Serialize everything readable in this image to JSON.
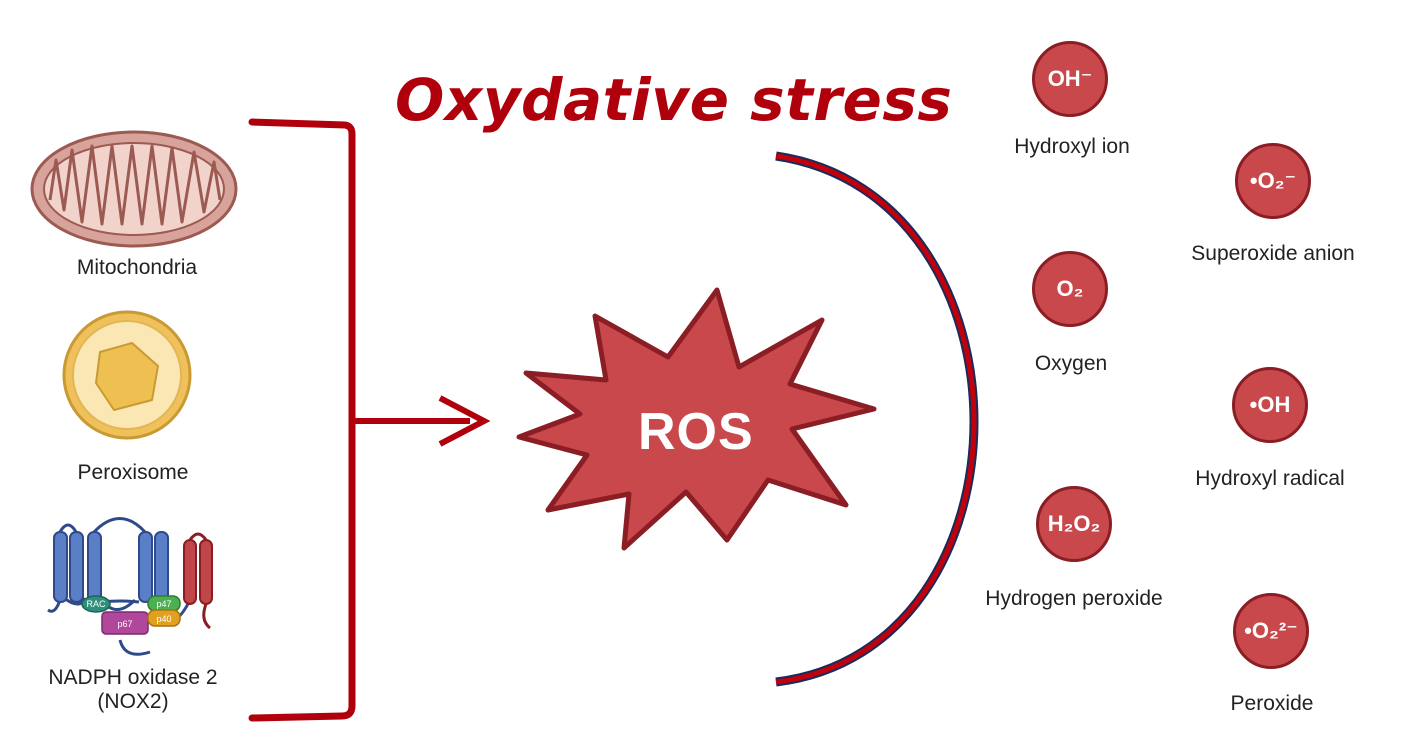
{
  "title": "Oxydative stress",
  "center": {
    "label": "ROS"
  },
  "sources": [
    {
      "label": "Mitochondria"
    },
    {
      "label": "Peroxisome"
    },
    {
      "label_line1": "NADPH oxidase 2",
      "label_line2": "(NOX2)",
      "subunits": [
        "RAC",
        "p47",
        "p67",
        "p40"
      ]
    }
  ],
  "species": [
    {
      "label": "Hydroxyl ion",
      "formula": "OH⁻"
    },
    {
      "label": "Superoxide anion",
      "formula": "•O₂⁻"
    },
    {
      "label": "Oxygen",
      "formula": "O₂"
    },
    {
      "label": "Hydroxyl radical",
      "formula": "•OH"
    },
    {
      "label": "Hydrogen peroxide",
      "formula": "H₂O₂"
    },
    {
      "label": "Peroxide",
      "formula": "•O₂²⁻"
    }
  ],
  "colors": {
    "accent_red": "#b0000b",
    "molecule_fill": "#c8484c",
    "nox_blue": "#5a7fc6",
    "nox_red": "#c1464a"
  }
}
